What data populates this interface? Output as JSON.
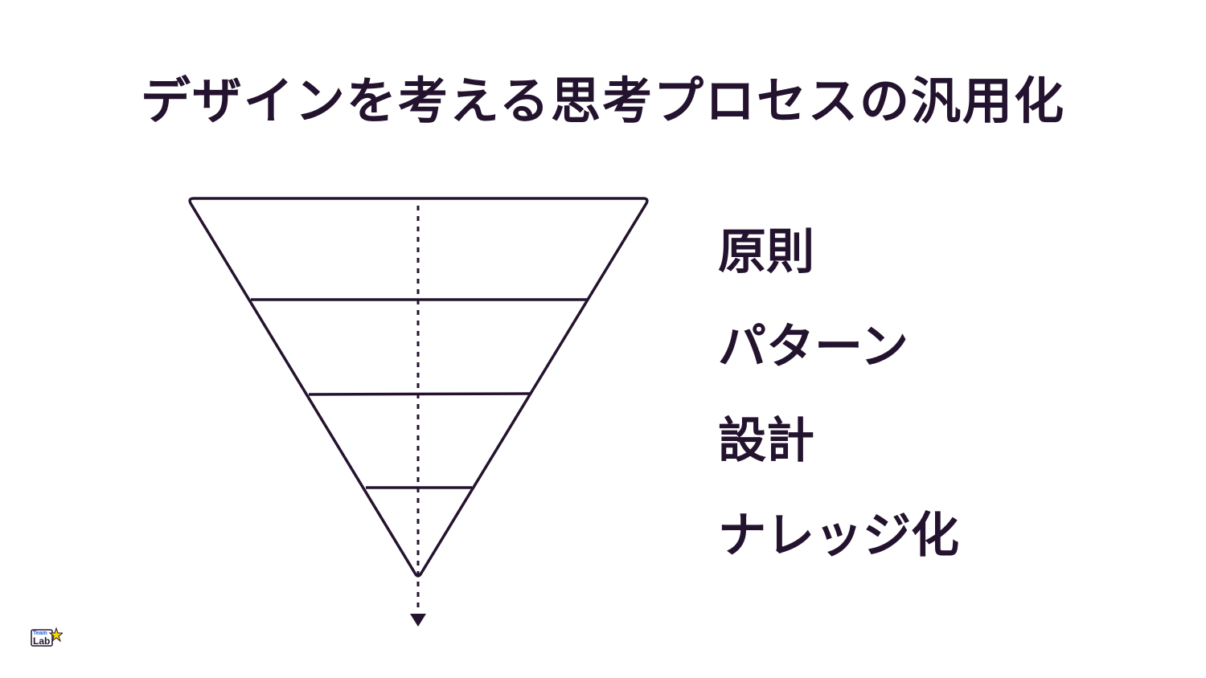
{
  "slide": {
    "title": "デザインを考える思考プロセスの汎用化"
  },
  "diagram": {
    "type": "inverted-funnel",
    "levels": [
      {
        "label": "原則"
      },
      {
        "label": "パターン"
      },
      {
        "label": "設計"
      },
      {
        "label": "ナレッジ化"
      }
    ],
    "arrow_direction": "down"
  },
  "logo": {
    "text_top": "Team",
    "text_bottom": "Lab"
  },
  "colors": {
    "ink": "#24132e",
    "background": "#ffffff",
    "logo_star": "#f5d800",
    "logo_blue": "#1e5bd6"
  }
}
